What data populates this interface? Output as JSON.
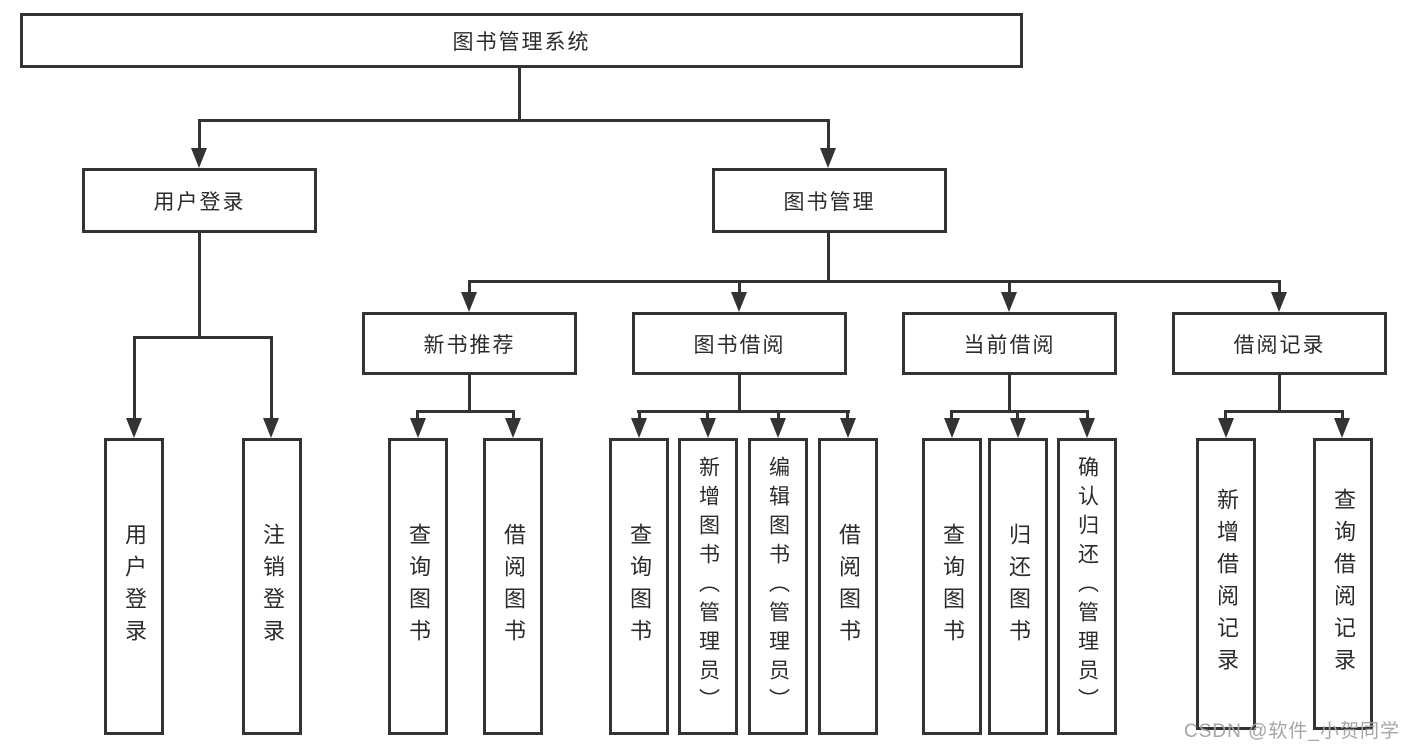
{
  "diagram": {
    "root": {
      "label": "图书管理系统",
      "children": [
        {
          "label": "用户登录",
          "children": [
            {
              "label": "用户登录"
            },
            {
              "label": "注销登录"
            }
          ]
        },
        {
          "label": "图书管理",
          "children": [
            {
              "label": "新书推荐",
              "children": [
                {
                  "label": "查询图书"
                },
                {
                  "label": "借阅图书"
                }
              ]
            },
            {
              "label": "图书借阅",
              "children": [
                {
                  "label": "查询图书"
                },
                {
                  "label": "新增图书（管理员）"
                },
                {
                  "label": "编辑图书（管理员）"
                },
                {
                  "label": "借阅图书"
                }
              ]
            },
            {
              "label": "当前借阅",
              "children": [
                {
                  "label": "查询图书"
                },
                {
                  "label": "归还图书"
                },
                {
                  "label": "确认归还（管理员）"
                }
              ]
            },
            {
              "label": "借阅记录",
              "children": [
                {
                  "label": "新增借阅记录"
                },
                {
                  "label": "查询借阅记录"
                }
              ]
            }
          ]
        }
      ]
    }
  },
  "watermark": {
    "text": "CSDN @软件_小贺同学"
  },
  "colors": {
    "line": "#333333",
    "text": "#2b2b2b",
    "watermark": "#a6a6a6",
    "background": "#ffffff"
  }
}
